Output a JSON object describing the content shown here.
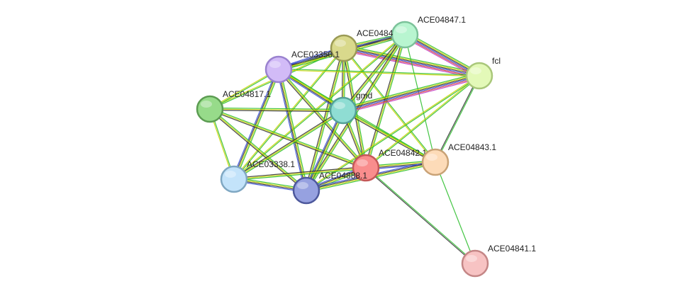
{
  "nodes": [
    {
      "id": "ACE04847.1",
      "label": "ACE04847.1",
      "fill": "#b8f5d0",
      "stroke": "#7cc29a"
    },
    {
      "id": "ACE04846.1",
      "label": "ACE0484",
      "fill": "#d9d98c",
      "stroke": "#9a9a55"
    },
    {
      "id": "fcl",
      "label": "fcl",
      "fill": "#e3f9b8",
      "stroke": "#a9c77a"
    },
    {
      "id": "ACE03350.1",
      "label": "ACE03350.1",
      "fill": "#d2bbf7",
      "stroke": "#9a82cf"
    },
    {
      "id": "ACE04817.1",
      "label": "ACE04817.1",
      "fill": "#97db8a",
      "stroke": "#5c9c52"
    },
    {
      "id": "gmd",
      "label": "gmd",
      "fill": "#8fddd3",
      "stroke": "#53a197"
    },
    {
      "id": "ACE04842.1",
      "label": "ACE04842.1",
      "fill": "#f98d8d",
      "stroke": "#c45858"
    },
    {
      "id": "ACE04843.1",
      "label": "ACE04843.1",
      "fill": "#fddbb8",
      "stroke": "#c9a276"
    },
    {
      "id": "ACE03338.1",
      "label": "ACE03338.1",
      "fill": "#c3e3fa",
      "stroke": "#7fa7c2"
    },
    {
      "id": "ACE04888.1",
      "label": "ACE04888.1",
      "fill": "#96a1e0",
      "stroke": "#4d589c"
    },
    {
      "id": "ACE04841.1",
      "label": "ACE04841.1",
      "fill": "#f7c3c3",
      "stroke": "#c48686"
    }
  ],
  "edge_colors": [
    "#2fbf2f",
    "#c8d400",
    "#333333",
    "#3850d8",
    "#d83a3a",
    "#c23cc2"
  ],
  "edges": [
    {
      "source": "ACE04846.1",
      "target": "ACE04847.1",
      "evidence": [
        0,
        1,
        2,
        3
      ]
    },
    {
      "source": "ACE04846.1",
      "target": "fcl",
      "evidence": [
        0,
        1,
        2,
        3,
        4,
        5
      ]
    },
    {
      "source": "ACE04846.1",
      "target": "ACE03350.1",
      "evidence": [
        0,
        1,
        2,
        3
      ]
    },
    {
      "source": "ACE04846.1",
      "target": "ACE04817.1",
      "evidence": [
        0,
        1
      ]
    },
    {
      "source": "ACE04846.1",
      "target": "gmd",
      "evidence": [
        0,
        1,
        2
      ]
    },
    {
      "source": "ACE04846.1",
      "target": "ACE04842.1",
      "evidence": [
        0,
        1,
        2
      ]
    },
    {
      "source": "ACE04846.1",
      "target": "ACE03338.1",
      "evidence": [
        0,
        1
      ]
    },
    {
      "source": "ACE04846.1",
      "target": "ACE04888.1",
      "evidence": [
        0,
        1,
        2
      ]
    },
    {
      "source": "ACE04846.1",
      "target": "ACE04843.1",
      "evidence": [
        0,
        1
      ]
    },
    {
      "source": "ACE04847.1",
      "target": "fcl",
      "evidence": [
        0,
        1,
        2,
        3,
        4,
        5
      ]
    },
    {
      "source": "ACE04847.1",
      "target": "ACE03350.1",
      "evidence": [
        0,
        1,
        2,
        3
      ]
    },
    {
      "source": "ACE04847.1",
      "target": "gmd",
      "evidence": [
        0,
        1,
        2
      ]
    },
    {
      "source": "ACE04847.1",
      "target": "ACE04842.1",
      "evidence": [
        0,
        1,
        2
      ]
    },
    {
      "source": "ACE04847.1",
      "target": "ACE04888.1",
      "evidence": [
        0,
        1,
        2
      ]
    },
    {
      "source": "ACE04847.1",
      "target": "ACE04843.1",
      "evidence": [
        0
      ]
    },
    {
      "source": "ACE04847.1",
      "target": "ACE03338.1",
      "evidence": [
        0,
        1
      ]
    },
    {
      "source": "ACE03350.1",
      "target": "fcl",
      "evidence": [
        0,
        1
      ]
    },
    {
      "source": "ACE03350.1",
      "target": "ACE04817.1",
      "evidence": [
        0,
        1
      ]
    },
    {
      "source": "ACE03350.1",
      "target": "gmd",
      "evidence": [
        0,
        1,
        2,
        3
      ]
    },
    {
      "source": "ACE03350.1",
      "target": "ACE04842.1",
      "evidence": [
        0,
        1,
        2
      ]
    },
    {
      "source": "ACE03350.1",
      "target": "ACE03338.1",
      "evidence": [
        0,
        1,
        2,
        3
      ]
    },
    {
      "source": "ACE03350.1",
      "target": "ACE04888.1",
      "evidence": [
        0,
        1,
        2,
        3
      ]
    },
    {
      "source": "ACE03350.1",
      "target": "ACE04843.1",
      "evidence": [
        0,
        1
      ]
    },
    {
      "source": "ACE04817.1",
      "target": "gmd",
      "evidence": [
        0,
        1,
        2
      ]
    },
    {
      "source": "ACE04817.1",
      "target": "ACE04842.1",
      "evidence": [
        0,
        1,
        2
      ]
    },
    {
      "source": "ACE04817.1",
      "target": "ACE03338.1",
      "evidence": [
        0,
        1
      ]
    },
    {
      "source": "ACE04817.1",
      "target": "ACE04888.1",
      "evidence": [
        0,
        1,
        2
      ]
    },
    {
      "source": "gmd",
      "target": "fcl",
      "evidence": [
        0,
        1,
        2,
        3,
        4,
        5
      ]
    },
    {
      "source": "gmd",
      "target": "ACE04842.1",
      "evidence": [
        0,
        1,
        2
      ]
    },
    {
      "source": "gmd",
      "target": "ACE04843.1",
      "evidence": [
        0,
        1,
        2
      ]
    },
    {
      "source": "gmd",
      "target": "ACE03338.1",
      "evidence": [
        0,
        1,
        2
      ]
    },
    {
      "source": "gmd",
      "target": "ACE04888.1",
      "evidence": [
        0,
        1,
        2,
        3
      ]
    },
    {
      "source": "fcl",
      "target": "ACE04842.1",
      "evidence": [
        0,
        1
      ]
    },
    {
      "source": "fcl",
      "target": "ACE04843.1",
      "evidence": [
        0,
        2
      ]
    },
    {
      "source": "fcl",
      "target": "ACE04888.1",
      "evidence": [
        0,
        1
      ]
    },
    {
      "source": "ACE04842.1",
      "target": "ACE04843.1",
      "evidence": [
        0,
        1,
        2,
        3
      ]
    },
    {
      "source": "ACE04842.1",
      "target": "ACE03338.1",
      "evidence": [
        0,
        1,
        2
      ]
    },
    {
      "source": "ACE04842.1",
      "target": "ACE04888.1",
      "evidence": [
        0,
        1,
        2,
        3
      ]
    },
    {
      "source": "ACE04842.1",
      "target": "ACE04841.1",
      "evidence": [
        0,
        2
      ]
    },
    {
      "source": "ACE04843.1",
      "target": "ACE04888.1",
      "evidence": [
        0,
        1,
        2,
        3
      ]
    },
    {
      "source": "ACE04843.1",
      "target": "ACE04841.1",
      "evidence": [
        0
      ]
    },
    {
      "source": "ACE03338.1",
      "target": "ACE04888.1",
      "evidence": [
        0,
        1,
        2,
        3
      ]
    }
  ]
}
